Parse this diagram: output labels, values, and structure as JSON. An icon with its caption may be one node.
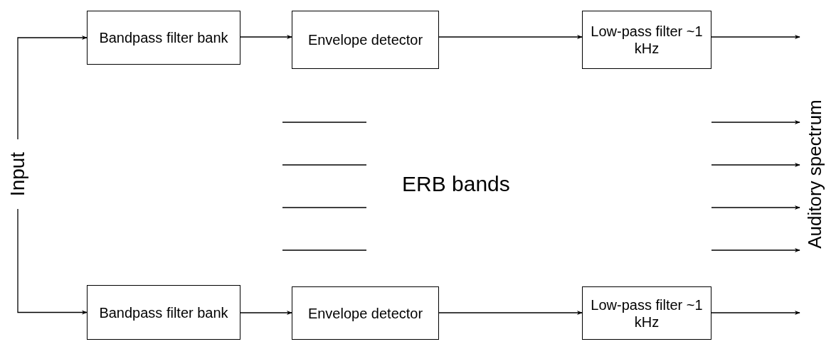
{
  "diagram": {
    "nodes": [
      {
        "text": [
          "Input"
        ]
      },
      {
        "text": [
          "Bandpass filter bank"
        ]
      },
      {
        "text": [
          "Envelope detector"
        ]
      },
      {
        "text": [
          "Low-pass filter ~1 kHz"
        ]
      },
      {
        "text": [
          "Bandpass filter bank"
        ]
      },
      {
        "text": [
          "Envelope detector"
        ]
      },
      {
        "text": [
          "Low-pass filter ~1 kHz"
        ]
      },
      {
        "text": [
          "Auditory spectrum"
        ]
      }
    ],
    "edges": [
      {
        "from": 0,
        "to": 1,
        "arrow": "to"
      },
      {
        "from": 0,
        "to": 4,
        "arrow": "to"
      },
      {
        "from": 1,
        "to": 2,
        "arrow": "to"
      },
      {
        "from": 2,
        "to": 3,
        "arrow": "to"
      },
      {
        "from": 3,
        "to": 7,
        "arrow": "to"
      },
      {
        "from": null,
        "to": 7,
        "arrow": "to"
      },
      {
        "from": null,
        "to": 7,
        "arrow": "to"
      },
      {
        "from": null,
        "to": 7,
        "arrow": "to"
      },
      {
        "from": null,
        "to": 7,
        "arrow": "to"
      },
      {
        "from": 4,
        "to": 5,
        "arrow": "to"
      },
      {
        "from": 5,
        "to": 6,
        "arrow": "to"
      },
      {
        "from": 6,
        "to": 7,
        "arrow": "to"
      }
    ],
    "labels": [
      "ERB bands"
    ]
  }
}
